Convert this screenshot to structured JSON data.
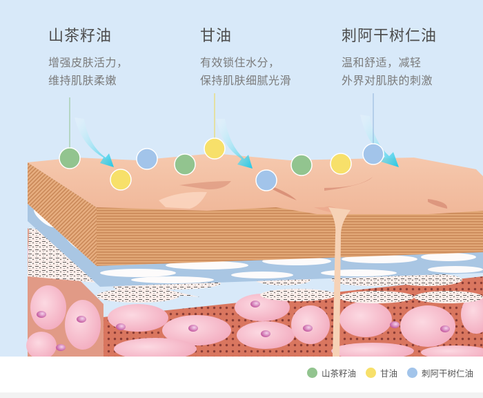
{
  "callouts": [
    {
      "title": "山茶籽油",
      "line1": "增强皮肤活力，",
      "line2": "维持肌肤柔嫩",
      "color": "#92c48f"
    },
    {
      "title": "甘油",
      "line1": "有效锁住水分，",
      "line2": "保持肌肤细腻光滑",
      "color": "#f7e06a"
    },
    {
      "title": "刺阿干树仁油",
      "line1": "温和舒适，减轻",
      "line2": "外界对肌肤的刺激",
      "color": "#a2c4ea"
    }
  ],
  "legend": [
    {
      "label": "山茶籽油",
      "color": "#92c48f"
    },
    {
      "label": "甘油",
      "color": "#f7e06a"
    },
    {
      "label": "刺阿干树仁油",
      "color": "#a2c4ea"
    }
  ],
  "colors": {
    "background": "#d8e9f9",
    "skin_surface": "#f5c3a8",
    "arrow": "#22c8e6"
  }
}
